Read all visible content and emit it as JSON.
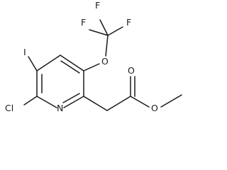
{
  "molecule": {
    "atoms": {
      "f1": "F",
      "f2": "F",
      "f3": "F",
      "o_ether": "O",
      "iodine": "I",
      "chlorine": "Cl",
      "nitrogen": "N",
      "o_carbonyl": "O",
      "o_ester": "O"
    }
  },
  "colors": {
    "bond": "#1a1a1a",
    "background": "#ffffff"
  }
}
